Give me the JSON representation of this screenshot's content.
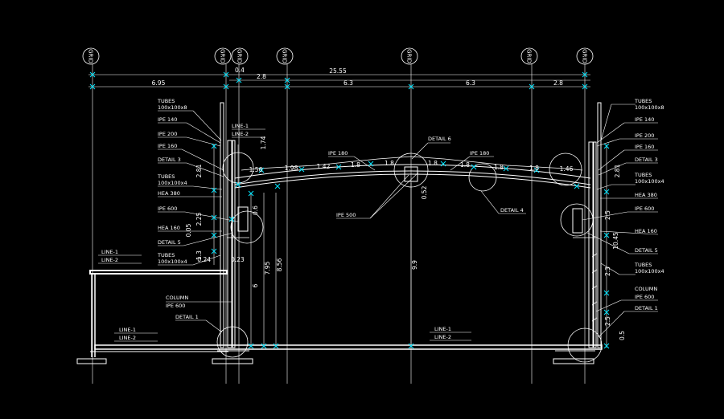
{
  "colors": {
    "background": "#000000",
    "lines": "#ffffff",
    "dimension_ticks": "#00e5ff"
  },
  "grids": [
    "GRID",
    "GRID",
    "GRID",
    "GRID",
    "GRID",
    "GRID",
    "GRID"
  ],
  "overall_dimension": "25.55",
  "offset_dimension": "0.4",
  "span_dimensions_lower": [
    "6.95",
    "6.3",
    "6.3",
    "2.8"
  ],
  "span_dimension_upper": "2.8",
  "left_labels": [
    "TUBES",
    "100x100x8",
    "IPE 140",
    "IPE 200",
    "IPE 160",
    "DETAIL 3",
    "TUBES",
    "100x100x4",
    "HEA 380",
    "IPE 600",
    "HEA 160",
    "DETAIL 5",
    "TUBES",
    "100x100x4"
  ],
  "right_labels": [
    "TUBES",
    "100x100x8",
    "IPE 140",
    "IPE 200",
    "IPE 160",
    "DETAIL 3",
    "TUBES",
    "100x100x4",
    "HEA 380",
    "IPE 600",
    "HEA 160",
    "DETAIL 5",
    "TUBES",
    "100x100x4",
    "COLUMN",
    "IPE 600",
    "DETAIL 1"
  ],
  "line_labels": {
    "line1": "LINE-1",
    "line2": "LINE-2"
  },
  "column_label": [
    "COLUMN",
    "IPE 600"
  ],
  "detail1": "DETAIL 1",
  "roof_labels": {
    "detail6": "DETAIL 6",
    "ipe180_left": "IPE 180",
    "ipe180_right": "IPE 180",
    "detail4": "DETAIL 4",
    "ipe500": "IPE 500"
  },
  "roof_dims": [
    "1.56",
    "1.98",
    "1.42",
    "1.8",
    "1.8",
    "1.8",
    "1.8",
    "1.8",
    "1.8",
    "1.46"
  ],
  "vertical_dims": {
    "d174": "1.74",
    "d281": "2.81",
    "d281r": "2.81",
    "d225": "2.25",
    "d005": "0.05",
    "d06": "0.6",
    "d13": "1.3",
    "d024": "0.24",
    "d023": "0.23",
    "d6": "6",
    "d795": "7.95",
    "d856": "8.56",
    "d9": "9.9",
    "d052": "0.52",
    "d25r": "2.5",
    "d1045": "10.45",
    "d23r": "2.3",
    "d25r2": "2.5",
    "d05r": "0.5"
  }
}
